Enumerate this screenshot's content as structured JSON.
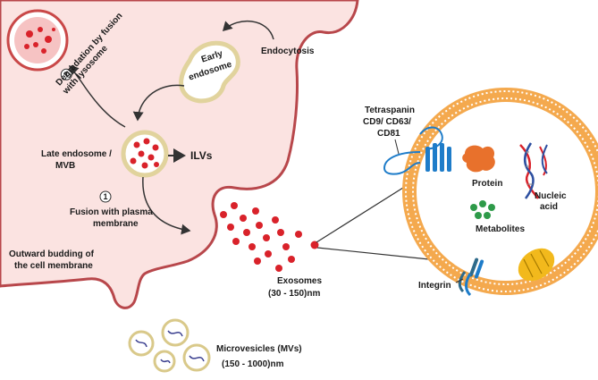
{
  "labels": {
    "endocytosis": "Endocytosis",
    "early_endosome_1": "Early",
    "early_endosome_2": "endosome",
    "degradation_1": "Degradation by fusion",
    "degradation_2": "with lysosome",
    "step2": "2",
    "late_endosome_1": "Late endosome /",
    "late_endosome_2": "MVB",
    "ilvs": "ILVs",
    "step1": "1",
    "fusion_1": "Fusion with plasma",
    "fusion_2": "membrane",
    "budding_1": "Outward budding of",
    "budding_2": "the cell membrane",
    "exosomes_1": "Exosomes",
    "exosomes_2": "(30 - 150)nm",
    "mv_1": "Microvesicles (MVs)",
    "mv_2": "(150 - 1000)nm",
    "tetraspanin_1": "Tetraspanin",
    "tetraspanin_2": "CD9/ CD63/",
    "tetraspanin_3": "CD81",
    "protein": "Protein",
    "nucleic_1": "Nucleic",
    "nucleic_2": "acid",
    "metabolites": "Metabolites",
    "integrin": "Integrin"
  },
  "colors": {
    "cell_fill": "#fbe3e1",
    "cell_stroke": "#b8474b",
    "vesicle_red": "#d9222a",
    "endosome_fill": "#ffffff",
    "endosome_ring": "#e8ddb0",
    "membrane_orange": "#f4a94e",
    "tetraspanin_blue": "#1e7cc9",
    "protein_orange": "#e8712c",
    "metabolite_green": "#2e9a49",
    "integrin_teal": "#2e6a8a",
    "mv_ring": "#d9c98a"
  }
}
